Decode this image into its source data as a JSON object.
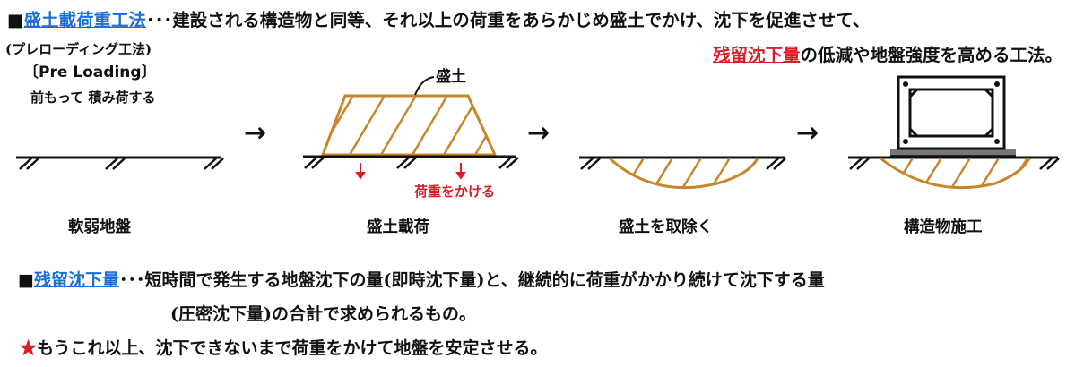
{
  "header": {
    "square": "■",
    "term": "盛土載荷重工法",
    "dots": "･･･",
    "text1": "建設される構造物と同等、それ以上の荷重をあらかじめ盛土でかけ、沈下を促進させて、",
    "highlight": "残留沈下量",
    "text2": "の低減や地盤強度を高める工法。"
  },
  "aliases": {
    "katakana": "(プレローディング工法)",
    "english": "〔Pre Loading〕",
    "meaning": "前もって 積み荷する"
  },
  "diagram": {
    "arrow": "→",
    "embankment_label": "盛土",
    "load_label": "荷重をかける",
    "stages": [
      "軟弱地盤",
      "盛土載荷",
      "盛土を取除く",
      "構造物施工"
    ],
    "colors": {
      "fill_stroke": "#c8862c",
      "load_arrow": "#d81f26",
      "ground": "#111111",
      "foundation": "#777777"
    }
  },
  "definition": {
    "square": "■",
    "term": "残留沈下量",
    "dots": "･･･",
    "text1": "短時間で発生する地盤沈下の量(即時沈下量)と、継続的に荷重がかかり続けて沈下する量",
    "text2": "(圧密沈下量)の合計で求められるもの。"
  },
  "note": {
    "star": "★",
    "text": "もうこれ以上、沈下できないまで荷重をかけて地盤を安定させる。"
  }
}
